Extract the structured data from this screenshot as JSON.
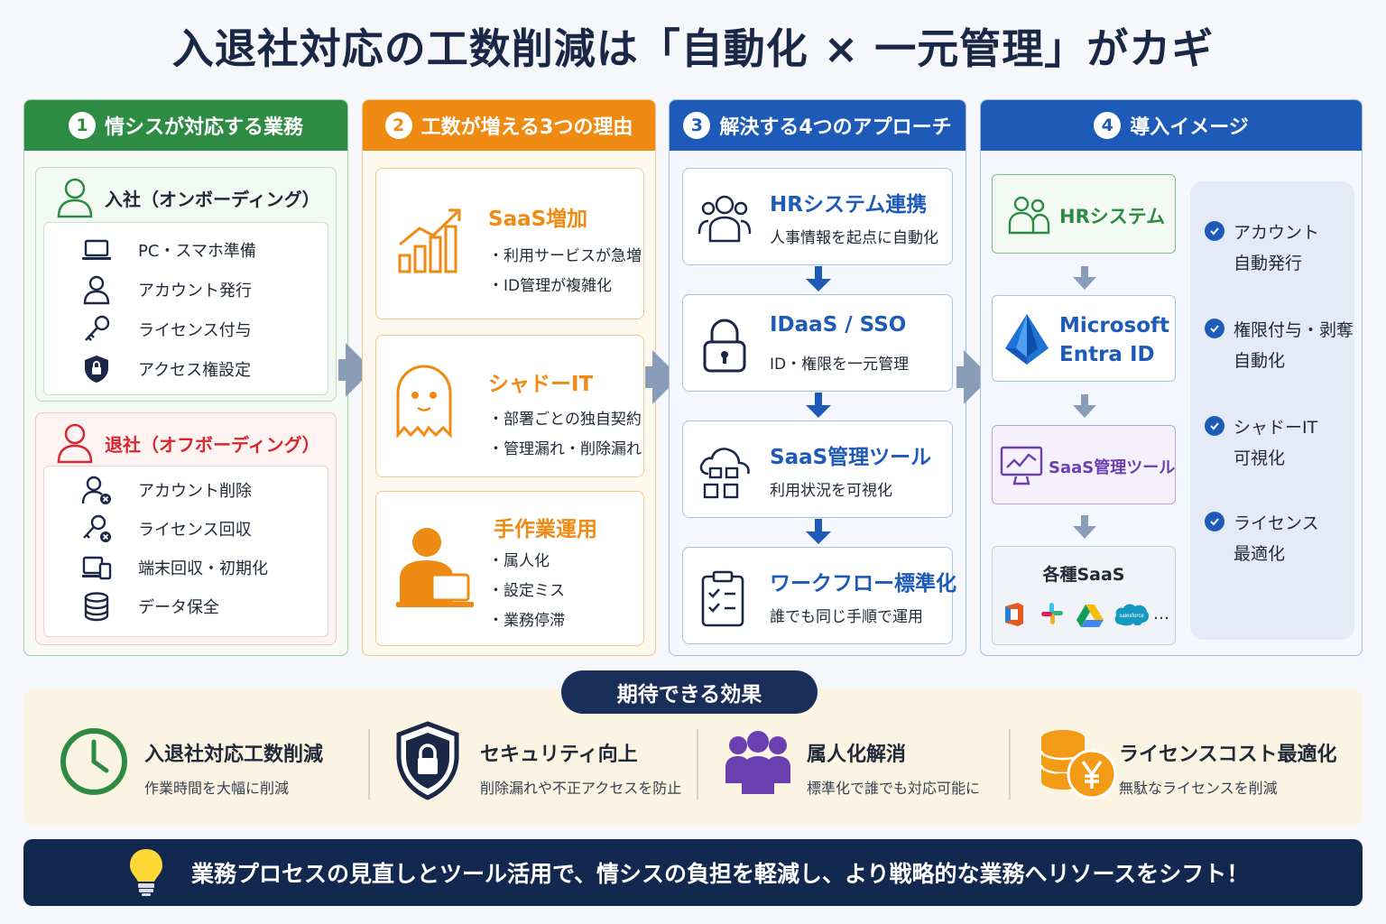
{
  "title": "入退社対応の工数削減は「自動化 × 一元管理」がカギ",
  "col1": {
    "num": "1",
    "heading": "情シスが対応する業務",
    "onboarding": {
      "title": "入社（オンボーディング）",
      "items": [
        "PC・スマホ準備",
        "アカウント発行",
        "ライセンス付与",
        "アクセス権設定"
      ]
    },
    "offboarding": {
      "title": "退社（オフボーディング）",
      "items": [
        "アカウント削除",
        "ライセンス回収",
        "端末回収・初期化",
        "データ保全"
      ]
    }
  },
  "col2": {
    "num": "2",
    "heading": "工数が増える3つの理由",
    "cards": [
      {
        "title": "SaaS増加",
        "bullets": [
          "・利用サービスが急増",
          "・ID管理が複雑化"
        ]
      },
      {
        "title": "シャドーIT",
        "bullets": [
          "・部署ごとの独自契約",
          "・管理漏れ・削除漏れ"
        ]
      },
      {
        "title": "手作業運用",
        "bullets": [
          "・属人化",
          "・設定ミス",
          "・業務停滞"
        ]
      }
    ]
  },
  "col3": {
    "num": "3",
    "heading": "解決する4つのアプローチ",
    "cards": [
      {
        "title": "HRシステム連携",
        "sub": "人事情報を起点に自動化"
      },
      {
        "title": "IDaaS / SSO",
        "sub": "ID・権限を一元管理"
      },
      {
        "title": "SaaS管理ツール",
        "sub": "利用状況を可視化"
      },
      {
        "title": "ワークフロー標準化",
        "sub": "誰でも同じ手順で運用"
      }
    ]
  },
  "col4": {
    "num": "4",
    "heading": "導入イメージ",
    "hr": "HRシステム",
    "entra_line1": "Microsoft",
    "entra_line2": "Entra ID",
    "saas_tool": "SaaS管理ツール",
    "various": "各種SaaS",
    "various_more": "…",
    "salesforce_logo": "salesforce",
    "checks": [
      "アカウント\n自動発行",
      "権限付与・剥奪\n自動化",
      "シャドーIT\n可視化",
      "ライセンス\n最適化"
    ]
  },
  "effects": {
    "label": "期待できる効果",
    "items": [
      {
        "title": "入退社対応工数削減",
        "sub": "作業時間を大幅に削減"
      },
      {
        "title": "セキュリティ向上",
        "sub": "削除漏れや不正アクセスを防止"
      },
      {
        "title": "属人化解消",
        "sub": "標準化で誰でも対応可能に"
      },
      {
        "title": "ライセンスコスト最適化",
        "sub": "無駄なライセンスを削減"
      }
    ]
  },
  "banner": "業務プロセスの見直しとツール活用で、情シスの負担を軽減し、より戦略的な業務へリソースをシフト！",
  "colors": {
    "green": "#2e8b43",
    "red": "#d7262e",
    "orange": "#ef8a12",
    "blue": "#1e5bb8",
    "navy": "#13284f",
    "purple": "#6b3fb0"
  }
}
